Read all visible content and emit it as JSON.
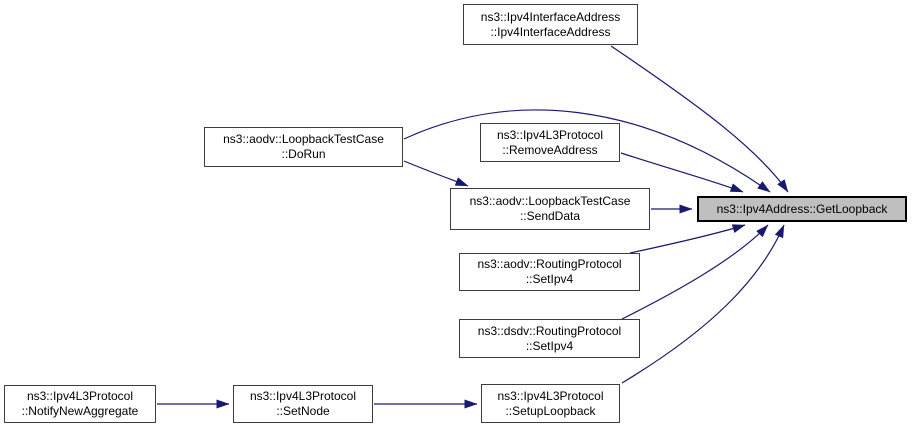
{
  "diagram": {
    "type": "doxygen-call-graph",
    "background_color": "#ffffff",
    "edge_color": "#191970",
    "node_border_color": "#3d3d3d",
    "highlight_fill": "#bfbfbf",
    "highlighted_node": "ns3::Ipv4Address::GetLoopback",
    "nodes": {
      "ipv4InterfaceAddressCtor": {
        "line1": "ns3::Ipv4InterfaceAddress",
        "line2": "::Ipv4InterfaceAddress"
      },
      "loopbackTestCaseDoRun": {
        "line1": "ns3::aodv::LoopbackTestCase",
        "line2": "::DoRun"
      },
      "ipv4L3RemoveAddress": {
        "line1": "ns3::Ipv4L3Protocol",
        "line2": "::RemoveAddress"
      },
      "loopbackTestCaseSendData": {
        "line1": "ns3::aodv::LoopbackTestCase",
        "line2": "::SendData"
      },
      "getLoopback": {
        "line1": "ns3::Ipv4Address::GetLoopback"
      },
      "aodvRoutingSetIpv4": {
        "line1": "ns3::aodv::RoutingProtocol",
        "line2": "::SetIpv4"
      },
      "dsdvRoutingSetIpv4": {
        "line1": "ns3::dsdv::RoutingProtocol",
        "line2": "::SetIpv4"
      },
      "ipv4L3NotifyNewAggregate": {
        "line1": "ns3::Ipv4L3Protocol",
        "line2": "::NotifyNewAggregate"
      },
      "ipv4L3SetNode": {
        "line1": "ns3::Ipv4L3Protocol",
        "line2": "::SetNode"
      },
      "ipv4L3SetupLoopback": {
        "line1": "ns3::Ipv4L3Protocol",
        "line2": "::SetupLoopback"
      }
    },
    "edges": [
      {
        "from": "ns3::Ipv4InterfaceAddress::Ipv4InterfaceAddress",
        "to": "ns3::Ipv4Address::GetLoopback"
      },
      {
        "from": "ns3::aodv::LoopbackTestCase::DoRun",
        "to": "ns3::Ipv4Address::GetLoopback"
      },
      {
        "from": "ns3::aodv::LoopbackTestCase::DoRun",
        "to": "ns3::aodv::LoopbackTestCase::SendData"
      },
      {
        "from": "ns3::Ipv4L3Protocol::RemoveAddress",
        "to": "ns3::Ipv4Address::GetLoopback"
      },
      {
        "from": "ns3::aodv::LoopbackTestCase::SendData",
        "to": "ns3::Ipv4Address::GetLoopback"
      },
      {
        "from": "ns3::aodv::RoutingProtocol::SetIpv4",
        "to": "ns3::Ipv4Address::GetLoopback"
      },
      {
        "from": "ns3::dsdv::RoutingProtocol::SetIpv4",
        "to": "ns3::Ipv4Address::GetLoopback"
      },
      {
        "from": "ns3::Ipv4L3Protocol::SetupLoopback",
        "to": "ns3::Ipv4Address::GetLoopback"
      },
      {
        "from": "ns3::Ipv4L3Protocol::NotifyNewAggregate",
        "to": "ns3::Ipv4L3Protocol::SetNode"
      },
      {
        "from": "ns3::Ipv4L3Protocol::SetNode",
        "to": "ns3::Ipv4L3Protocol::SetupLoopback"
      }
    ]
  }
}
